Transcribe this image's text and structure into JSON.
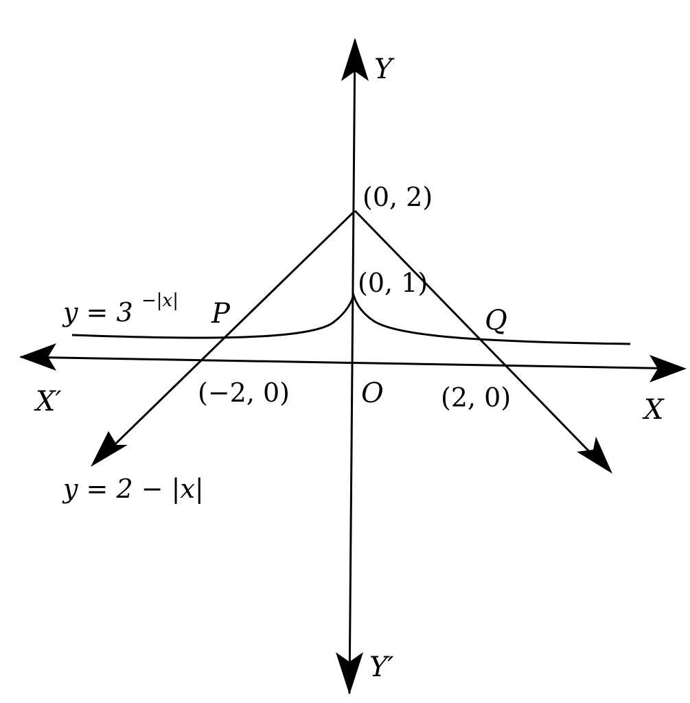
{
  "figure": {
    "axes": {
      "x_pos": "X",
      "x_neg": "X′",
      "y_pos": "Y",
      "y_neg": "Y′",
      "origin": "O"
    },
    "points": {
      "p": "P",
      "q": "Q",
      "pt_0_2": "(0, 2)",
      "pt_0_1": "(0, 1)",
      "pt_m2_0": "(−2, 0)",
      "pt_2_0": "(2, 0)"
    },
    "curves": {
      "exp_eq": "y = 3",
      "exp_eq_power": "−|x|",
      "abs_eq": "y = 2 − |x|"
    }
  }
}
